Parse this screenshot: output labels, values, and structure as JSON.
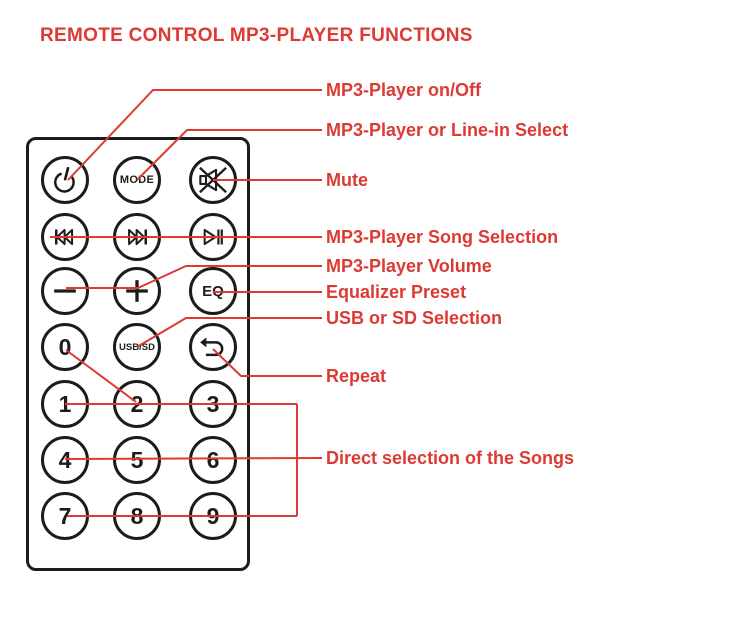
{
  "title": "REMOTE CONTROL MP3-PLAYER FUNCTIONS",
  "colors": {
    "accent": "#dc3a33",
    "ink": "#1c1c1c",
    "background": "#ffffff"
  },
  "remote": {
    "mode_label": "MODE",
    "eq_label": "EQ",
    "usb_sd_label": "USB/SD",
    "digits": [
      "0",
      "1",
      "2",
      "3",
      "4",
      "5",
      "6",
      "7",
      "8",
      "9"
    ]
  },
  "icons": {
    "power-icon": "⏻",
    "mute-icon": "🔇",
    "previous-track-icon": "⏮",
    "next-track-icon": "⏭",
    "play-pause-icon": "⏯",
    "minus-icon": "−",
    "plus-icon": "+",
    "repeat-icon": "↩"
  },
  "callouts": [
    {
      "text": "MP3-Player on/Off"
    },
    {
      "text": "MP3-Player or Line-in Select"
    },
    {
      "text": "Mute"
    },
    {
      "text": "MP3-Player Song Selection"
    },
    {
      "text": "MP3-Player Volume"
    },
    {
      "text": "Equalizer Preset"
    },
    {
      "text": "USB or SD Selection"
    },
    {
      "text": "Repeat"
    },
    {
      "text": "Direct selection of the Songs"
    }
  ]
}
